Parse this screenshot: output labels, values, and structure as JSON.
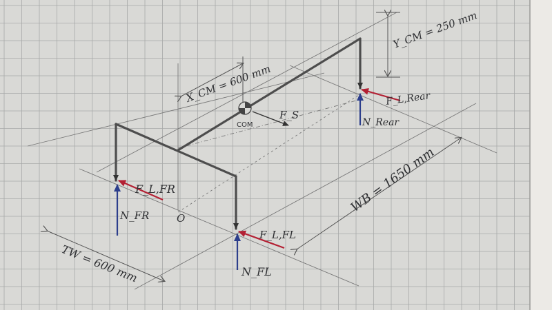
{
  "diagram": {
    "labels": {
      "y_cm": "Y_CM = 250 mm",
      "x_cm": "X_CM = 600 mm",
      "com": "COM",
      "fs": "F_S",
      "f_rear": "F_L,Rear",
      "n_rear": "N_Rear",
      "f_fr": "F_L,FR",
      "n_fr": "N_FR",
      "origin": "O",
      "f_fl": "F_L,FL",
      "n_fl": "N_FL",
      "wb": "WB = 1650 mm",
      "tw": "TW = 600 mm"
    },
    "colors": {
      "paper": "#d9d9d6",
      "grid": "#a7a9a8",
      "pencil": "#6e6e6e",
      "frame": "#4d4d4d",
      "normal_force": "#2c3e8c",
      "lateral_force": "#b32033"
    }
  }
}
